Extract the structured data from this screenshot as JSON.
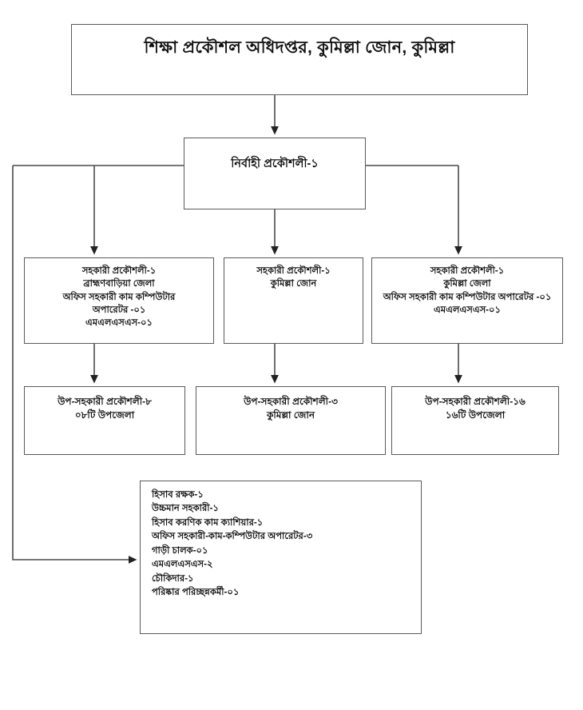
{
  "diagram": {
    "title": "শিক্ষা প্রকৌশল অধিদপ্তর, কুমিল্লা জোন, কুমিল্লা",
    "type": "organization-chart",
    "line_color": "#5a5a5a",
    "background_color": "#ffffff",
    "text_color": "#111111"
  },
  "nodes": {
    "top": {
      "lines": [
        "শিক্ষা প্রকৌশল অধিদপ্তর, কুমিল্লা জোন, কুমিল্লা"
      ]
    },
    "exec": {
      "lines": [
        "নির্বাহী প্রকৌশলী-১"
      ]
    },
    "ae1": {
      "lines": [
        "সহকারী প্রকৌশলী-১",
        "ব্রাহ্মণবাড়িয়া জেলা",
        "অফিস সহকারী কাম কম্পিউটার",
        "অপারেটর -০১",
        "এমএলএসএস-০১"
      ]
    },
    "ae2": {
      "lines": [
        "সহকারী প্রকৌশলী-১",
        "কুমিল্লা জোন"
      ]
    },
    "ae3": {
      "lines": [
        "সহকারী প্রকৌশলী-১",
        "কুমিল্লা জেলা",
        "অফিস সহকারী কাম কম্পিউটার অপারেটর -০১",
        "এমএলএসএস-০১"
      ]
    },
    "sae1": {
      "lines": [
        "উপ-সহকারী প্রকৌশলী-৮",
        "০৮টি উপজেলা"
      ]
    },
    "sae2": {
      "lines": [
        "উপ-সহকারী প্রকৌশলী-৩",
        "কুমিল্লা জোন"
      ]
    },
    "sae3": {
      "lines": [
        "উপ-সহকারী প্রকৌশলী-১৬",
        "১৬টি উপজেলা"
      ]
    },
    "staff": {
      "lines": [
        "হিসাব রক্ষক-১",
        "উচ্চমান সহকারী-১",
        "হিসাব করণিক কাম ক্যাশিয়ার-১",
        "অফিস সহকারী-কাম-কম্পিউটার অপারেটর-৩",
        "গাড়ী চালক-০১",
        "এমএলএসএস-২",
        "চৌকিদার-১",
        "পরিষ্কার পরিচ্ছন্নকর্মী-০১"
      ]
    }
  }
}
